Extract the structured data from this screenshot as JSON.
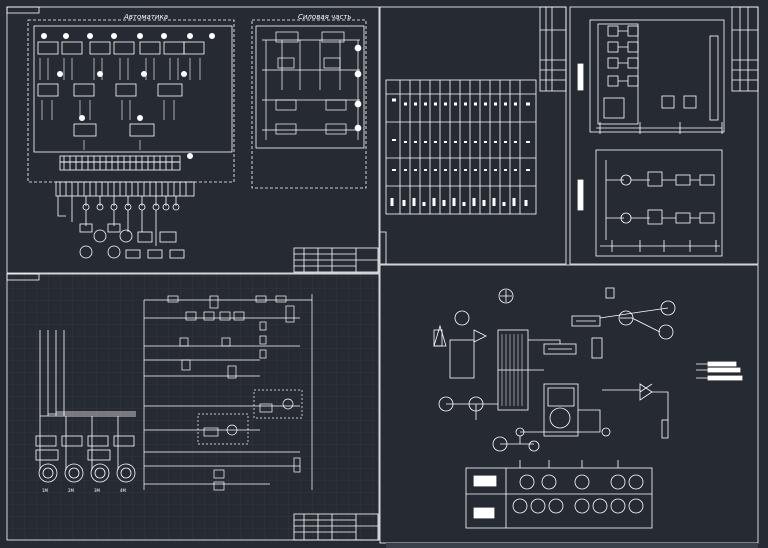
{
  "sheets": {
    "automation": {
      "title": "Автоматика"
    },
    "power": {
      "title": "Силовая часть"
    }
  },
  "motor_labels": [
    "1М",
    "2М",
    "3М",
    "4М"
  ],
  "palette": {
    "background": "#262b33",
    "lines": "#ffffff",
    "accent_blue": "#4a90e2",
    "accent_red": "#c0392b"
  }
}
